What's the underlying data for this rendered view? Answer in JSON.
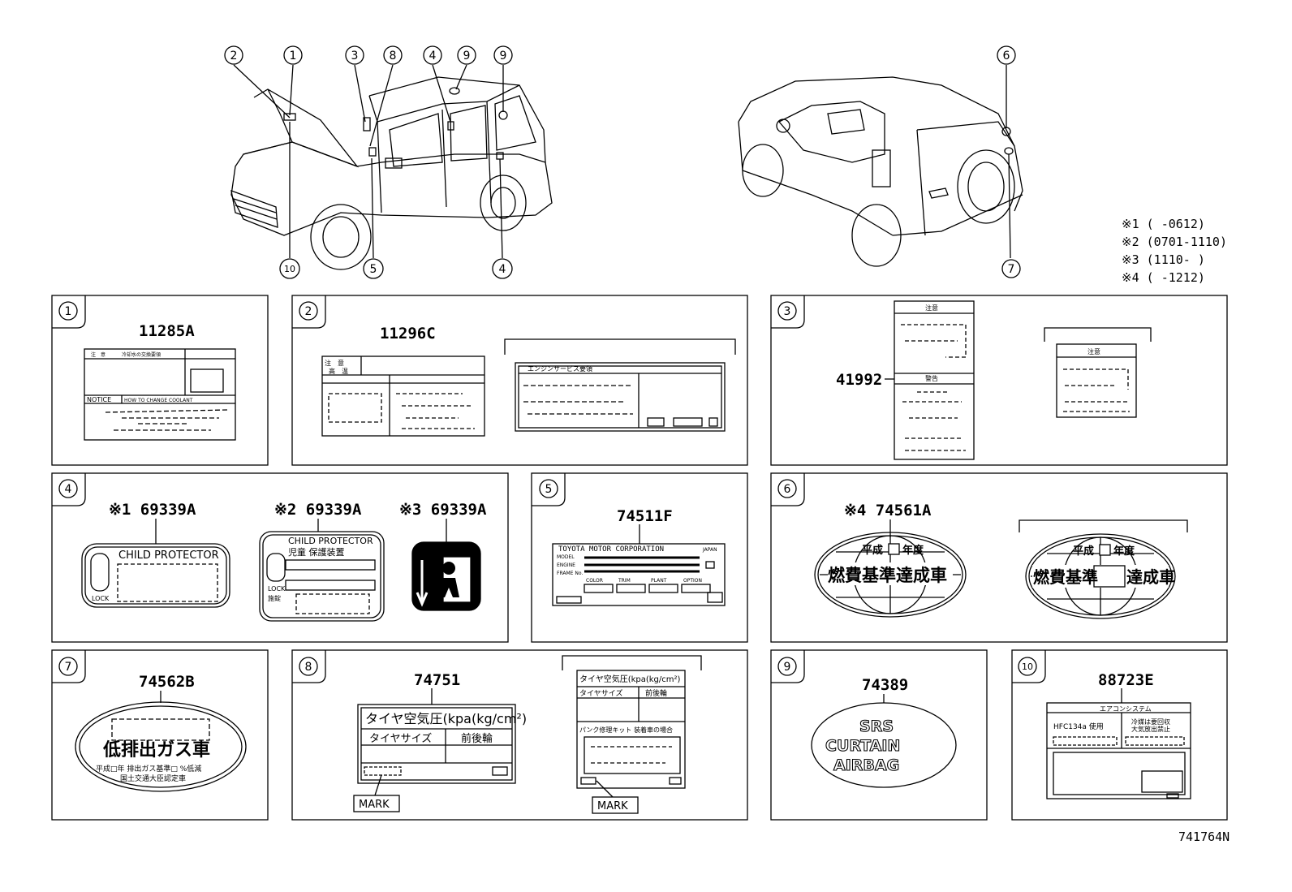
{
  "callouts": {
    "top_left": [
      "2",
      "1",
      "3",
      "8",
      "4",
      "9",
      "9"
    ],
    "bottom_left": [
      "10",
      "5",
      "4"
    ],
    "top_right": [
      "6"
    ],
    "bottom_right": [
      "7"
    ]
  },
  "notes": [
    "※1 (      -0612)",
    "※2 (0701-1110)",
    "※3 (1110-      )",
    "※4 (      -1212)"
  ],
  "diagram_id": "741764N",
  "panels": [
    {
      "num": "1",
      "parts": [
        "11285A"
      ]
    },
    {
      "num": "2",
      "parts": [
        "11296C"
      ]
    },
    {
      "num": "3",
      "parts": [
        "41992"
      ]
    },
    {
      "num": "4",
      "parts": [
        "※1 69339A",
        "※2 69339A",
        "※3 69339A"
      ]
    },
    {
      "num": "5",
      "parts": [
        "74511F"
      ]
    },
    {
      "num": "6",
      "parts": [
        "※4 74561A"
      ]
    },
    {
      "num": "7",
      "parts": [
        "74562B"
      ]
    },
    {
      "num": "8",
      "parts": [
        "74751"
      ]
    },
    {
      "num": "9",
      "parts": [
        "74389"
      ]
    },
    {
      "num": "10",
      "parts": [
        "88723E"
      ]
    }
  ],
  "labels": {
    "p1_caution": "注　意",
    "p1_title": "冷却水の交換要領",
    "p1_notice": "NOTICE",
    "p1_howto": "HOW TO CHANGE COOLANT",
    "p2_caution": "注　意",
    "p2_sub": "高　温",
    "p2_engine": "エンジンサービス要領",
    "p3_caution": "注意",
    "p3_warning": "警告",
    "p4_child1": "CHILD  PROTECTOR",
    "p4_lock": "LOCK",
    "p4_child2": "CHILD  PROTECTOR",
    "p4_jp": "児童 保護装置",
    "p4_lock2": "LOCK",
    "p4_lock2_jp": "施錠",
    "p5_corp": "TOYOTA  MOTOR  CORPORATION",
    "p5_japan": "JAPAN",
    "p5_model": "MODEL",
    "p5_engine": "ENGINE",
    "p5_frame": "FRAME No.",
    "p5_colors": [
      "COLOR",
      "TRIM",
      "PLANT",
      "OPTION"
    ],
    "p6_year": "平成",
    "p6_nendo": "年度",
    "p6_main": "燃費基準達成車",
    "p6_main_a": "燃費基準",
    "p6_main_b": "達成車",
    "p7_main": "低排出ガス車",
    "p7_line1": "平成□年 排出ガス基準□ %低減",
    "p7_line2": "国土交通大臣認定車",
    "p8_tire_pressure": "タイヤ空気圧(kpa(kg/cm²)",
    "p8_tire_size": "タイヤサイズ",
    "p8_front_rear": "前後輪",
    "p8_small_title": "タイヤ空気圧(kpa(kg/cm²)",
    "p8_puncture": "パンク修理キット 装着車の場合",
    "p8_mark": "MARK",
    "p9_srs": "SRS",
    "p9_curtain": "CURTAIN",
    "p9_airbag": "AIRBAG",
    "p10_title": "エアコンシステム",
    "p10_hfc": "HFC134a 使用",
    "p10_recover": "冷媒は要回収\n大気放出禁止"
  }
}
